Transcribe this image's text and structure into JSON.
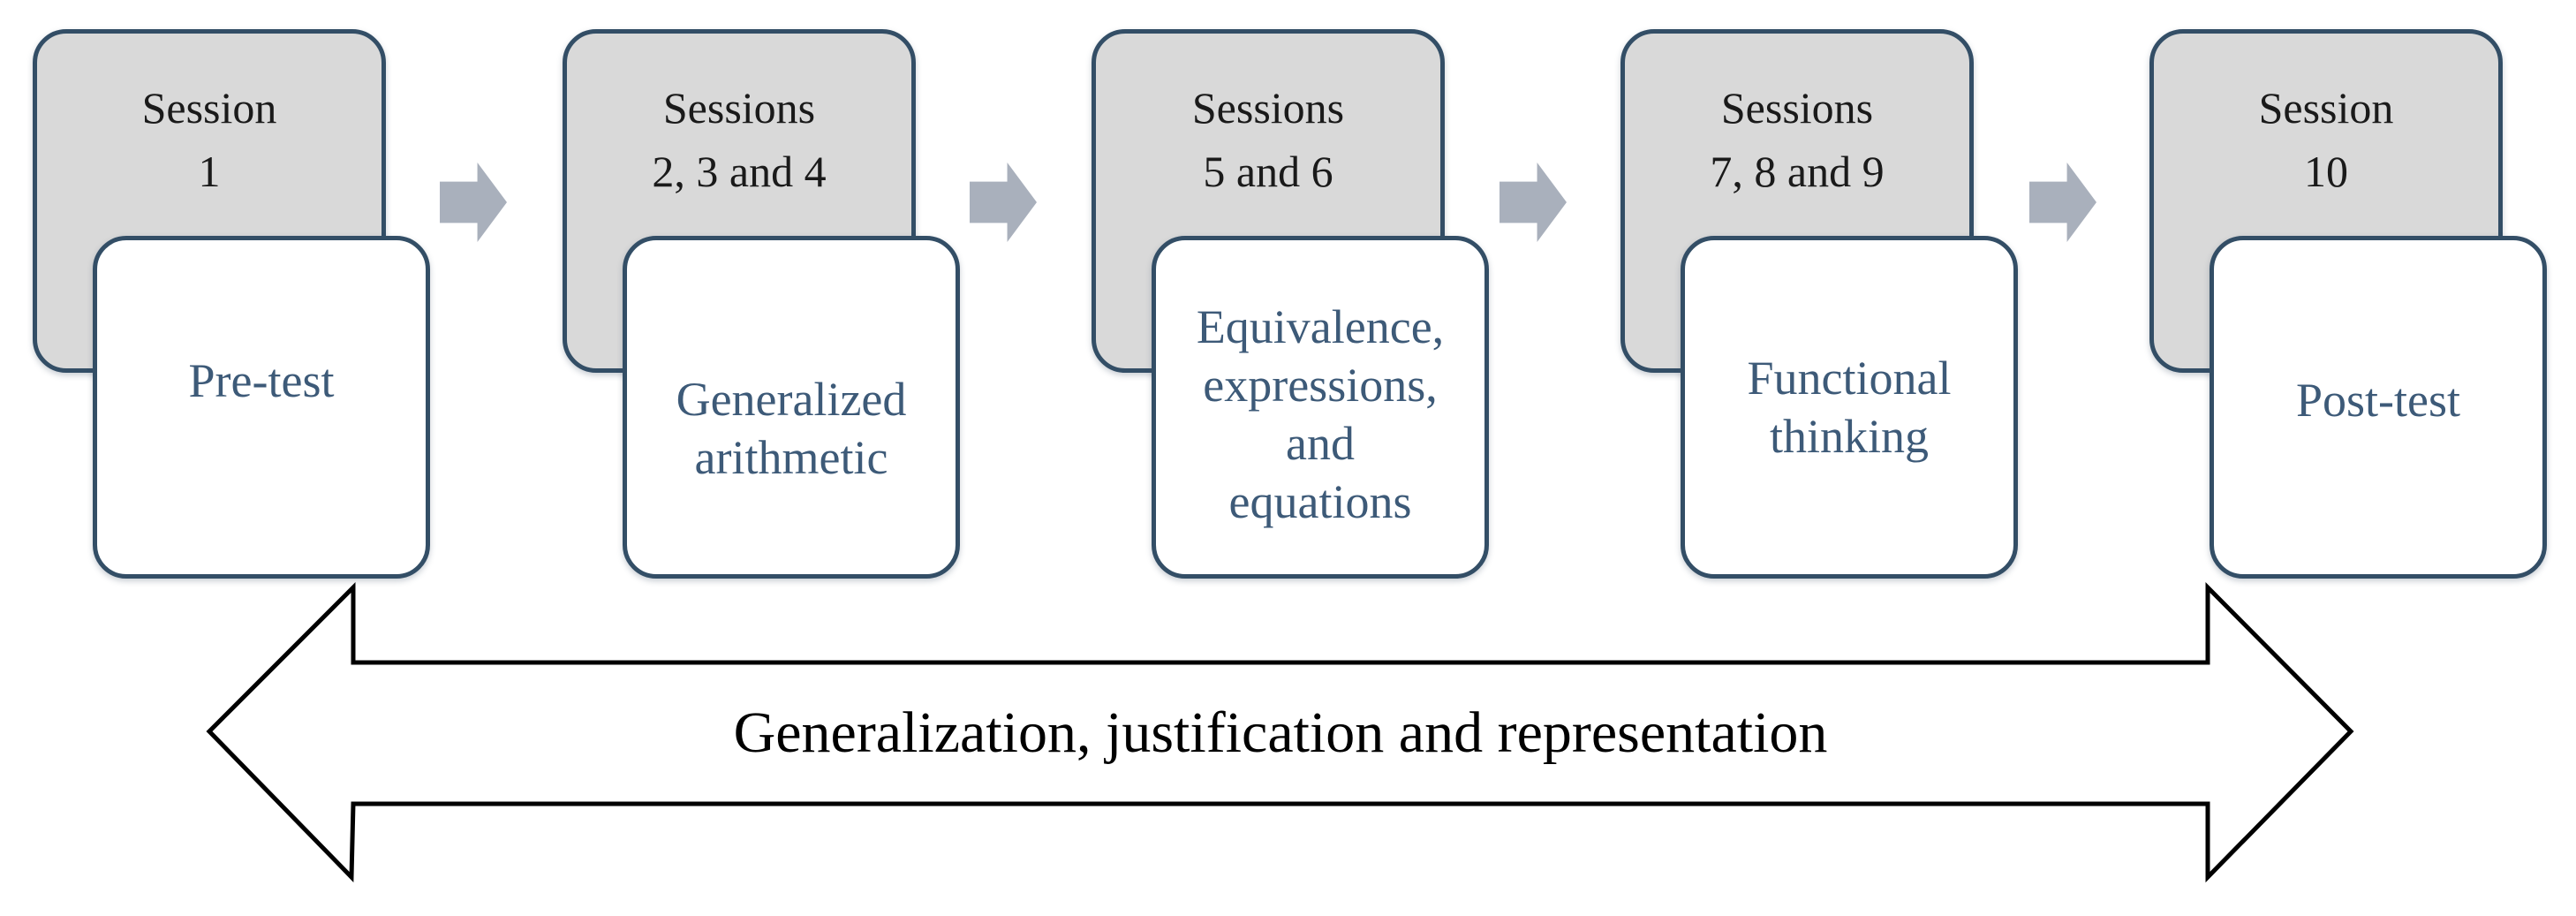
{
  "colors": {
    "card_border": "#334e66",
    "session_card_fill": "#d9d9d9",
    "topic_card_fill": "#ffffff",
    "session_text": "#1a1a1a",
    "topic_text": "#3d5a78",
    "connector_arrow": "#a9b0bc",
    "timeline_outline": "#000000",
    "timeline_fill": "#ffffff",
    "timeline_text": "#000000"
  },
  "diagram": {
    "stages": [
      {
        "session_lines": [
          "Session",
          "1"
        ],
        "topic_lines": [
          "Pre-test"
        ]
      },
      {
        "session_lines": [
          "Sessions",
          "2, 3 and 4"
        ],
        "topic_lines": [
          "Generalized",
          "arithmetic"
        ]
      },
      {
        "session_lines": [
          "Sessions",
          "5 and 6"
        ],
        "topic_lines": [
          "Equivalence,",
          "expressions,",
          "and",
          "equations"
        ]
      },
      {
        "session_lines": [
          "Sessions",
          "7, 8 and 9"
        ],
        "topic_lines": [
          "Functional",
          "thinking"
        ]
      },
      {
        "session_lines": [
          "Session",
          "10"
        ],
        "topic_lines": [
          "Post-test"
        ]
      }
    ],
    "timeline_label": "Generalization, justification and representation"
  }
}
